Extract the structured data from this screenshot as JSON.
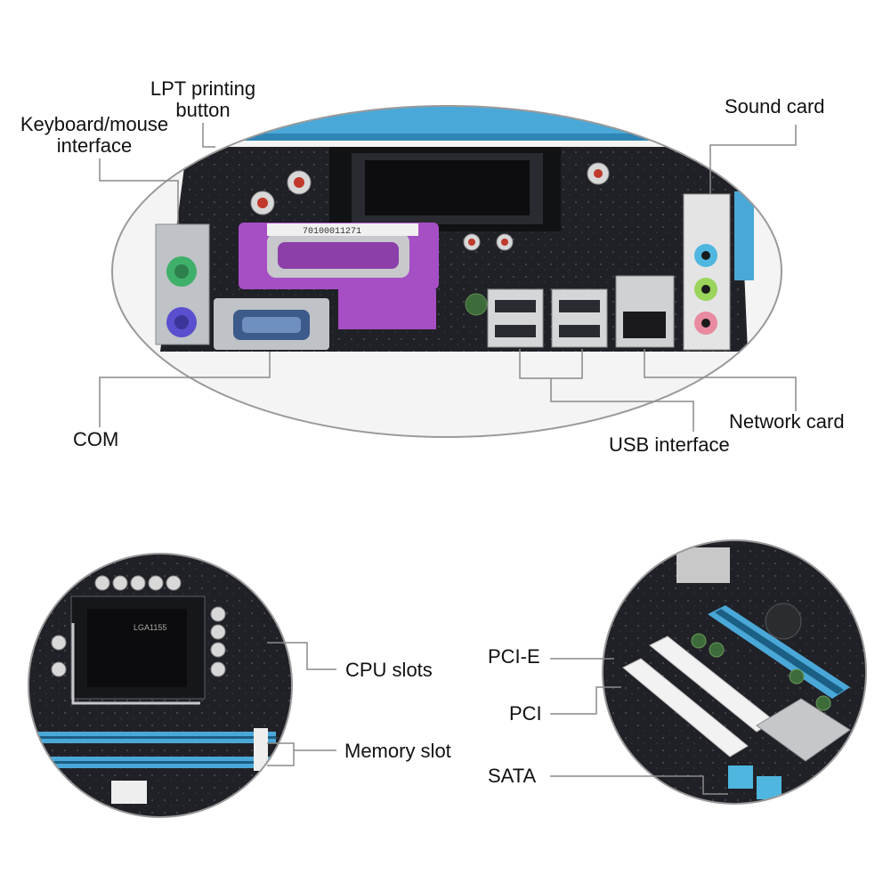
{
  "labels": {
    "lpt": [
      "LPT printing",
      "button"
    ],
    "keyboard": [
      "Keyboard/mouse",
      "interface"
    ],
    "sound_card": "Sound card",
    "com": "COM",
    "network_card": "Network card",
    "usb": "USB interface",
    "cpu_slots": "CPU slots",
    "memory_slot": "Memory slot",
    "pci_e": "PCI-E",
    "pci": "PCI",
    "sata": "SATA"
  },
  "colors": {
    "board": "#1e1f24",
    "pcie_slot": "#4aa8d8",
    "lpt_port": "#a64ec4",
    "ps2_mouse": "#3fb06a",
    "ps2_keyboard": "#5a4fcf",
    "audio_blue": "#4fb6df",
    "audio_green": "#9ad45a",
    "audio_pink": "#e88aa0",
    "capacitor": "#d8d8d8",
    "leader_line": "#8a8a8a"
  },
  "chip_marks": {
    "lpt_sticker": "70100011271",
    "cpu_socket_mark": "LGA1155"
  }
}
